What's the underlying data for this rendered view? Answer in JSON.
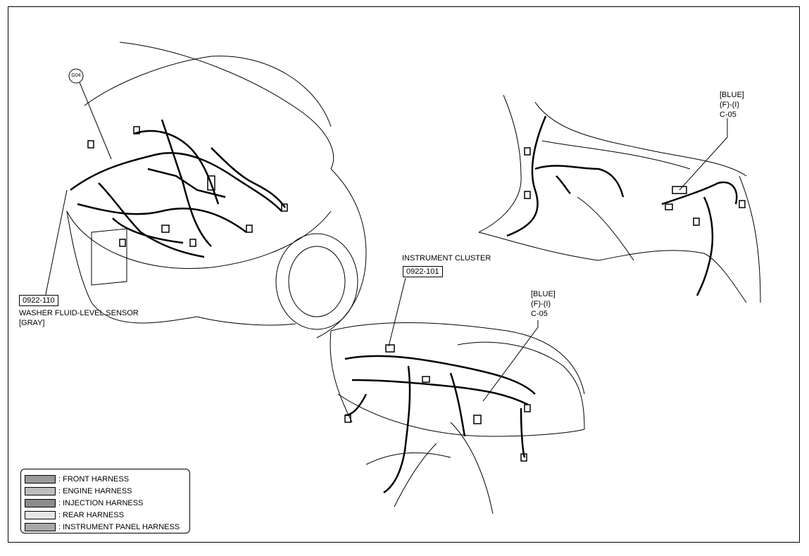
{
  "callouts": {
    "g04": "G04",
    "upper_right": {
      "color": "[BLUE]",
      "type": "(F)-(I)",
      "code": "C-05"
    },
    "lower_center": {
      "color": "[BLUE]",
      "type": "(F)-(I)",
      "code": "C-05"
    },
    "instrument_cluster": {
      "title": "INSTRUMENT CLUSTER",
      "code": "0922-101"
    },
    "washer": {
      "code": "0922-110",
      "name": "WASHER FLUID-LEVEL SENSOR",
      "color": "[GRAY]"
    }
  },
  "legend": {
    "items": [
      {
        "label": ": FRONT HARNESS",
        "swatch_color": "#9a9a9a"
      },
      {
        "label": ": ENGINE HARNESS",
        "swatch_color": "#bdbdbd"
      },
      {
        "label": ": INJECTION HARNESS",
        "swatch_color": "#8c8c8c"
      },
      {
        "label": ": REAR HARNESS",
        "swatch_color": "#e6e6e6"
      },
      {
        "label": ": INSTRUMENT PANEL HARNESS",
        "swatch_color": "#a8a8a8"
      }
    ]
  }
}
